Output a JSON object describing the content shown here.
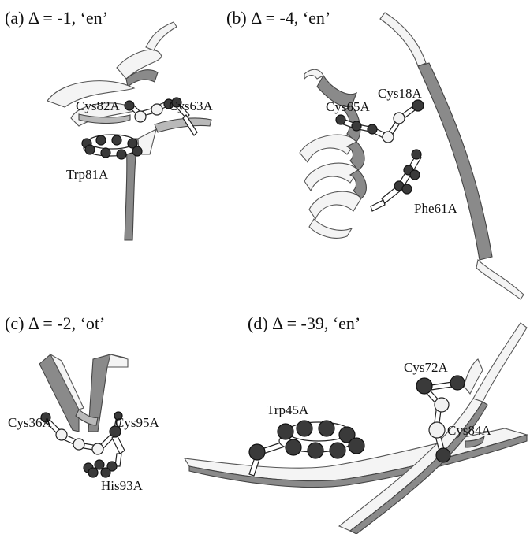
{
  "panels": {
    "a": {
      "title": "(a) Δ = -1, ‘en’",
      "residues": [
        "Cys82A",
        "Cys63A",
        "Trp81A"
      ]
    },
    "b": {
      "title": "(b) Δ = -4, ‘en’",
      "residues": [
        "Cys65A",
        "Cys18A",
        "Phe61A"
      ]
    },
    "c": {
      "title": "(c) Δ = -2, ‘ot’",
      "residues": [
        "Cys36A",
        "Cys95A",
        "His93A"
      ]
    },
    "d": {
      "title": "(d) Δ = -39, ‘en’",
      "residues": [
        "Trp45A",
        "Cys72A",
        "Cys84A"
      ]
    }
  }
}
